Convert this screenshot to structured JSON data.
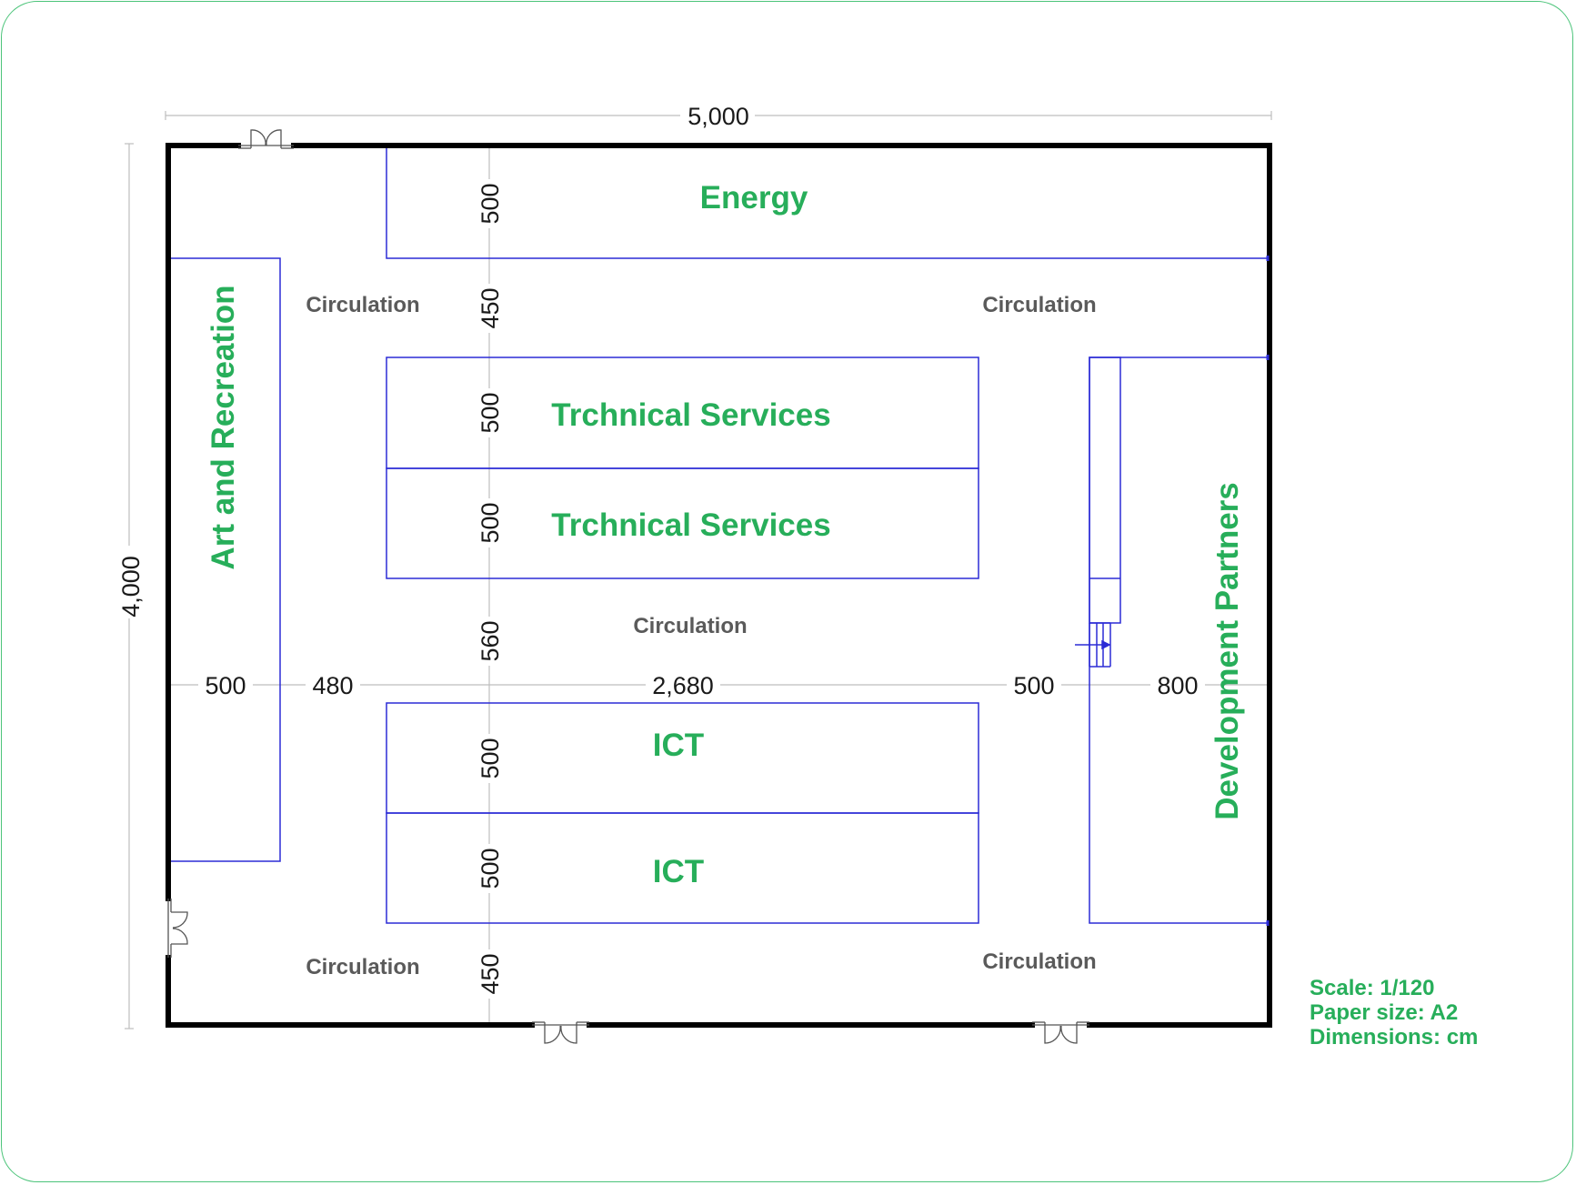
{
  "rooms": {
    "energy": "Energy",
    "technical_1": "Trchnical Services",
    "technical_2": "Trchnical Services",
    "ict_1": "ICT",
    "ict_2": "ICT",
    "art": "Art and Recreation",
    "development": "Development Partners"
  },
  "circulation": {
    "top_left": "Circulation",
    "top_right": "Circulation",
    "middle": "Circulation",
    "bottom_left": "Circulation",
    "bottom_right": "Circulation"
  },
  "dimensions": {
    "overall_width": "5,000",
    "overall_height": "4,000",
    "horizontal": {
      "art": "500",
      "corridor_left": "480",
      "center": "2,680",
      "corridor_right": "500",
      "development": "800"
    },
    "vertical": {
      "energy": "500",
      "corridor_top": "450",
      "technical_1": "500",
      "technical_2": "500",
      "corridor_middle": "560",
      "ict_1": "500",
      "ict_2": "500",
      "corridor_bottom": "450"
    }
  },
  "legend": {
    "scale": "Scale: 1/120",
    "paper": "Paper size: A2",
    "units": "Dimensions: cm"
  },
  "colors": {
    "room_label": "#27ae5a",
    "partition": "#2b2bd6",
    "wall": "#000000",
    "frame": "#4cc47a"
  }
}
